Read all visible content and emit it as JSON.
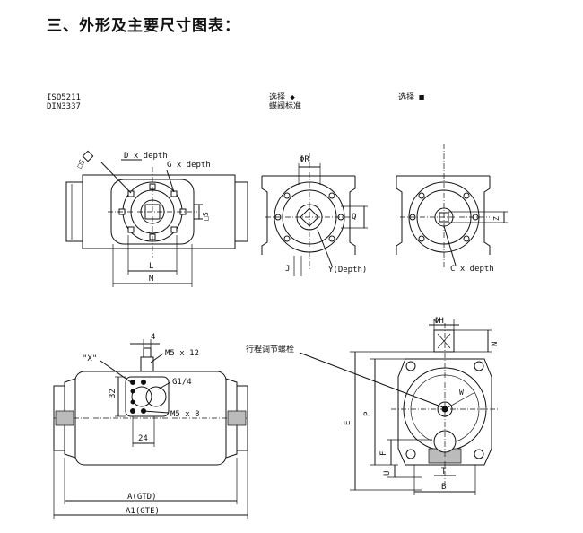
{
  "title": "三、外形及主要尺寸图表：",
  "standards": [
    "ISO5211",
    "DIN3337"
  ],
  "option_butterfly": "选择 ◆",
  "option_butterfly_sub": "蝶阀标准",
  "option_square": "选择 ■",
  "top_view": {
    "label_d": "D x depth",
    "label_g": "G x depth",
    "label_s": "□S",
    "label_l": "L",
    "label_m": "M"
  },
  "butterfly_view": {
    "label_r": "ΦR",
    "label_q": "Q",
    "label_j": "J",
    "label_y": "Y(Depth)"
  },
  "square_view": {
    "label_z": "Z",
    "label_c": "C x depth"
  },
  "front_view": {
    "label_x": "\"X\"",
    "label_4": "4",
    "label_m5x12": "M5 x 12",
    "label_g14": "G1/4",
    "label_32": "32",
    "label_m5x8": "M5 x 8",
    "label_24": "24",
    "label_a": "A(GTD)",
    "label_a1": "A1(GTE)"
  },
  "side_view": {
    "label_stroke_bolt": "行程调节螺栓",
    "label_h": "ΦH",
    "label_n": "N",
    "label_e": "E",
    "label_p": "P",
    "label_f": "F",
    "label_u": "U",
    "label_t": "T",
    "label_b": "B",
    "label_w": "W"
  }
}
